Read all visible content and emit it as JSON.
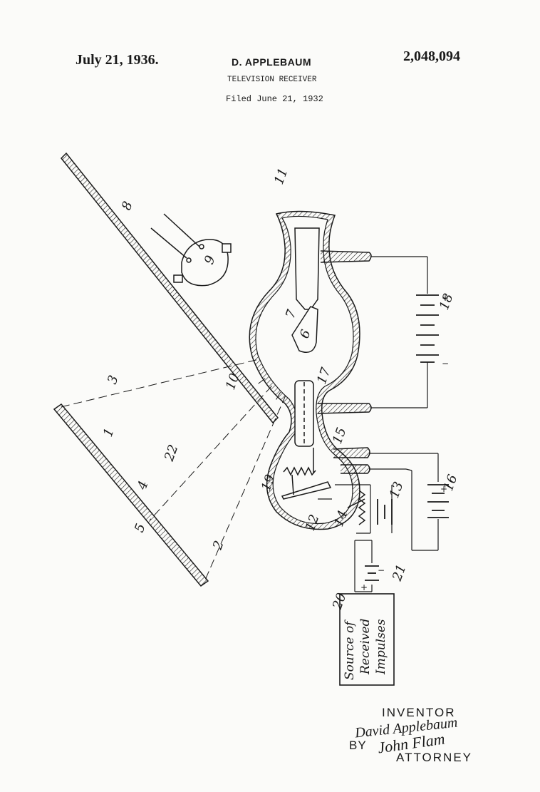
{
  "header": {
    "date": "July 21, 1936.",
    "inventor": "D. APPLEBAUM",
    "patent_number": "2,048,094",
    "title": "TELEVISION RECEIVER",
    "filed": "Filed June 21, 1932"
  },
  "drawing": {
    "refs": {
      "r1": "1",
      "r2": "2",
      "r3": "3",
      "r4": "4",
      "r5": "5",
      "r6": "6",
      "r7": "7",
      "r8": "8",
      "r9": "9",
      "r10": "10",
      "r11": "11",
      "r12": "12",
      "r13": "13",
      "r14": "14",
      "r15": "15",
      "r16": "16",
      "r17": "17",
      "r18": "18",
      "r19": "19",
      "r20": "20",
      "r21": "21",
      "r22": "22"
    },
    "source_box_lines": [
      "Source of",
      "Received",
      "Impulses"
    ]
  },
  "signature": {
    "inventor_label": "INVENTOR",
    "inventor_name": "David Applebaum",
    "by_label": "BY",
    "attorney_name": "John Flam",
    "attorney_label": "ATTORNEY"
  }
}
